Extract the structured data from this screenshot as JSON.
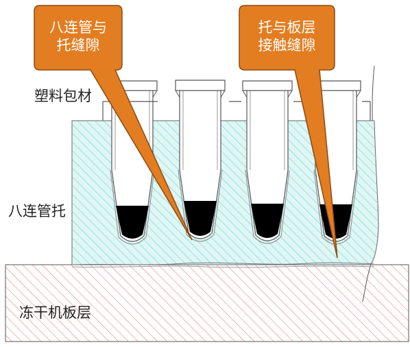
{
  "callouts": {
    "left": {
      "line1": "八连管与",
      "line2": "托缝隙"
    },
    "right": {
      "line1": "托与板层",
      "line2": "接触缝隙"
    }
  },
  "labels": {
    "packaging": "塑料包材",
    "tray": "八连管托",
    "shelf": "冻干机板层"
  },
  "colors": {
    "callout_fill": "#e37d21",
    "callout_border": "#8a4a12",
    "tray_fill": "#def6f4",
    "tray_hatch": "#62c9c3",
    "shelf_hatch": "#eb6a6a",
    "liquid": "#000000",
    "outline": "#555555"
  }
}
